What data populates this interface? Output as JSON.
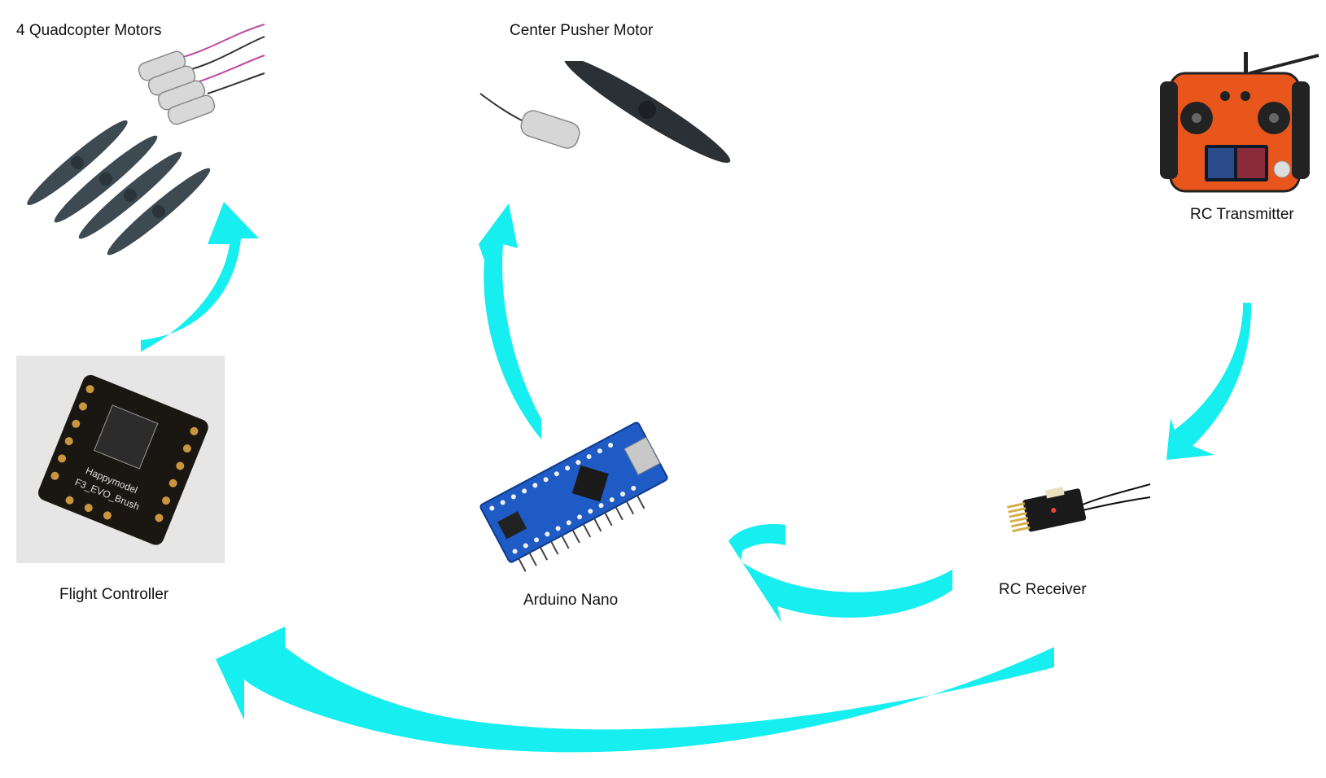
{
  "diagram": {
    "components": {
      "motors": {
        "label": "4 Quadcopter Motors",
        "icon": "brushed-motors-with-propellers"
      },
      "pusher": {
        "label": "Center Pusher Motor",
        "icon": "motor-with-propeller"
      },
      "transmitter": {
        "label": "RC Transmitter",
        "icon": "rc-transmitter"
      },
      "flight_controller": {
        "label": "Flight Controller",
        "icon": "flight-controller-board",
        "board_text": [
          "Happymodel",
          "F3_EVO_Brush"
        ]
      },
      "arduino": {
        "label": "Arduino Nano",
        "icon": "arduino-nano-board"
      },
      "receiver": {
        "label": "RC Receiver",
        "icon": "rc-receiver"
      }
    },
    "arrow_color": "#16eef0",
    "connections": [
      {
        "from": "RC Transmitter",
        "to": "RC Receiver"
      },
      {
        "from": "RC Receiver",
        "to": "Arduino Nano"
      },
      {
        "from": "RC Receiver",
        "to": "Flight Controller"
      },
      {
        "from": "Arduino Nano",
        "to": "Center Pusher Motor"
      },
      {
        "from": "Flight Controller",
        "to": "4 Quadcopter Motors"
      }
    ]
  }
}
